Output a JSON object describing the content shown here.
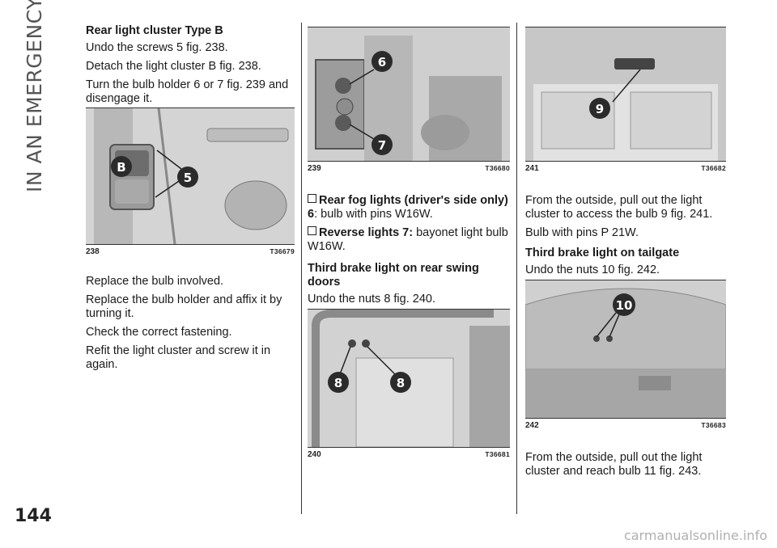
{
  "chapter_title": "IN AN EMERGENCY",
  "page_number": "144",
  "watermark": "carmanualsonline.info",
  "col1": {
    "heading": "Rear light cluster Type B",
    "steps_before": [
      "Undo the screws 5 fig. 238.",
      "Detach the light cluster B fig. 238.",
      "Turn the bulb holder 6 or 7 fig. 239 and disengage it."
    ],
    "steps_after": [
      "Replace the bulb involved.",
      "Replace the bulb holder and affix it by turning it.",
      "Check the correct fastening.",
      "Refit the light cluster and screw it in again."
    ]
  },
  "col2": {
    "bullet1_bold": "Rear fog lights (driver's side only) 6",
    "bullet1_text": ": bulb with pins W16W.",
    "bullet2_bold": "Reverse lights 7:",
    "bullet2_text": " bayonet light bulb W16W.",
    "heading": "Third brake light on rear swing doors",
    "step": "Undo the nuts 8 fig. 240."
  },
  "col3": {
    "step1": "From the outside, pull out the light cluster to access the bulb 9 fig. 241.",
    "step2": "Bulb with pins P 21W.",
    "heading": "Third brake light on tailgate",
    "step3": "Undo the nuts 10 fig. 242.",
    "step4": "From the outside, pull out the light cluster and reach bulb 11 fig. 243."
  },
  "figures": {
    "f238": {
      "number": "238",
      "code": "T36679",
      "callouts": [
        "B",
        "5"
      ]
    },
    "f239": {
      "number": "239",
      "code": "T36680",
      "callouts": [
        "6",
        "7"
      ]
    },
    "f240": {
      "number": "240",
      "code": "T36681",
      "callouts": [
        "8",
        "8"
      ]
    },
    "f241": {
      "number": "241",
      "code": "T36682",
      "callouts": [
        "9"
      ]
    },
    "f242": {
      "number": "242",
      "code": "T36683",
      "callouts": [
        "10"
      ]
    }
  },
  "colors": {
    "callout_fill": "#2b2b2b",
    "callout_text": "#ffffff",
    "rule": "#333333",
    "photo_bg": "#c9c9c9"
  }
}
